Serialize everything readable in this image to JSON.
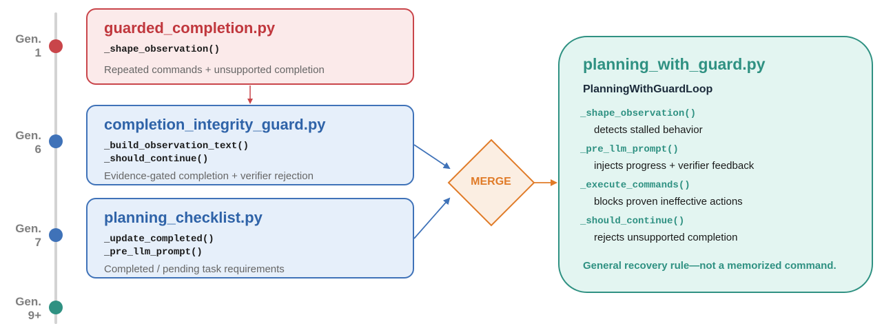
{
  "timeline": [
    {
      "label": "Gen.\n1",
      "color": "#c9454a"
    },
    {
      "label": "Gen.\n6",
      "color": "#3f72b8"
    },
    {
      "label": "Gen.\n7",
      "color": "#3f72b8"
    },
    {
      "label": "Gen.\n9+",
      "color": "#2f9182"
    }
  ],
  "boxes": [
    {
      "title": "guarded_completion.py",
      "functions": [
        "_shape_observation()"
      ],
      "description": "Repeated commands + unsupported completion",
      "border_color": "#c9454a",
      "fill": "#fbeaea",
      "title_color": "#c0373d"
    },
    {
      "title": "completion_integrity_guard.py",
      "functions": [
        "_build_observation_text()",
        "_should_continue()"
      ],
      "description": "Evidence-gated completion + verifier rejection",
      "border_color": "#3f72b8",
      "fill": "#e6effa",
      "title_color": "#2f63a8"
    },
    {
      "title": "planning_checklist.py",
      "functions": [
        "_update_completed()",
        "_pre_llm_prompt()"
      ],
      "description": "Completed / pending task requirements",
      "border_color": "#3f72b8",
      "fill": "#e6effa",
      "title_color": "#2f63a8"
    }
  ],
  "merge": {
    "label": "MERGE",
    "color": "#e07b28"
  },
  "result": {
    "title": "planning_with_guard.py",
    "class_name": "PlanningWithGuardLoop",
    "methods": [
      {
        "name": "_shape_observation()",
        "description": "detects stalled behavior"
      },
      {
        "name": "_pre_llm_prompt()",
        "description": "injects progress + verifier feedback"
      },
      {
        "name": "_execute_commands()",
        "description": "blocks proven ineffective actions"
      },
      {
        "name": "_should_continue()",
        "description": "rejects unsupported completion"
      }
    ],
    "footer": "General recovery rule—not a memorized command."
  }
}
